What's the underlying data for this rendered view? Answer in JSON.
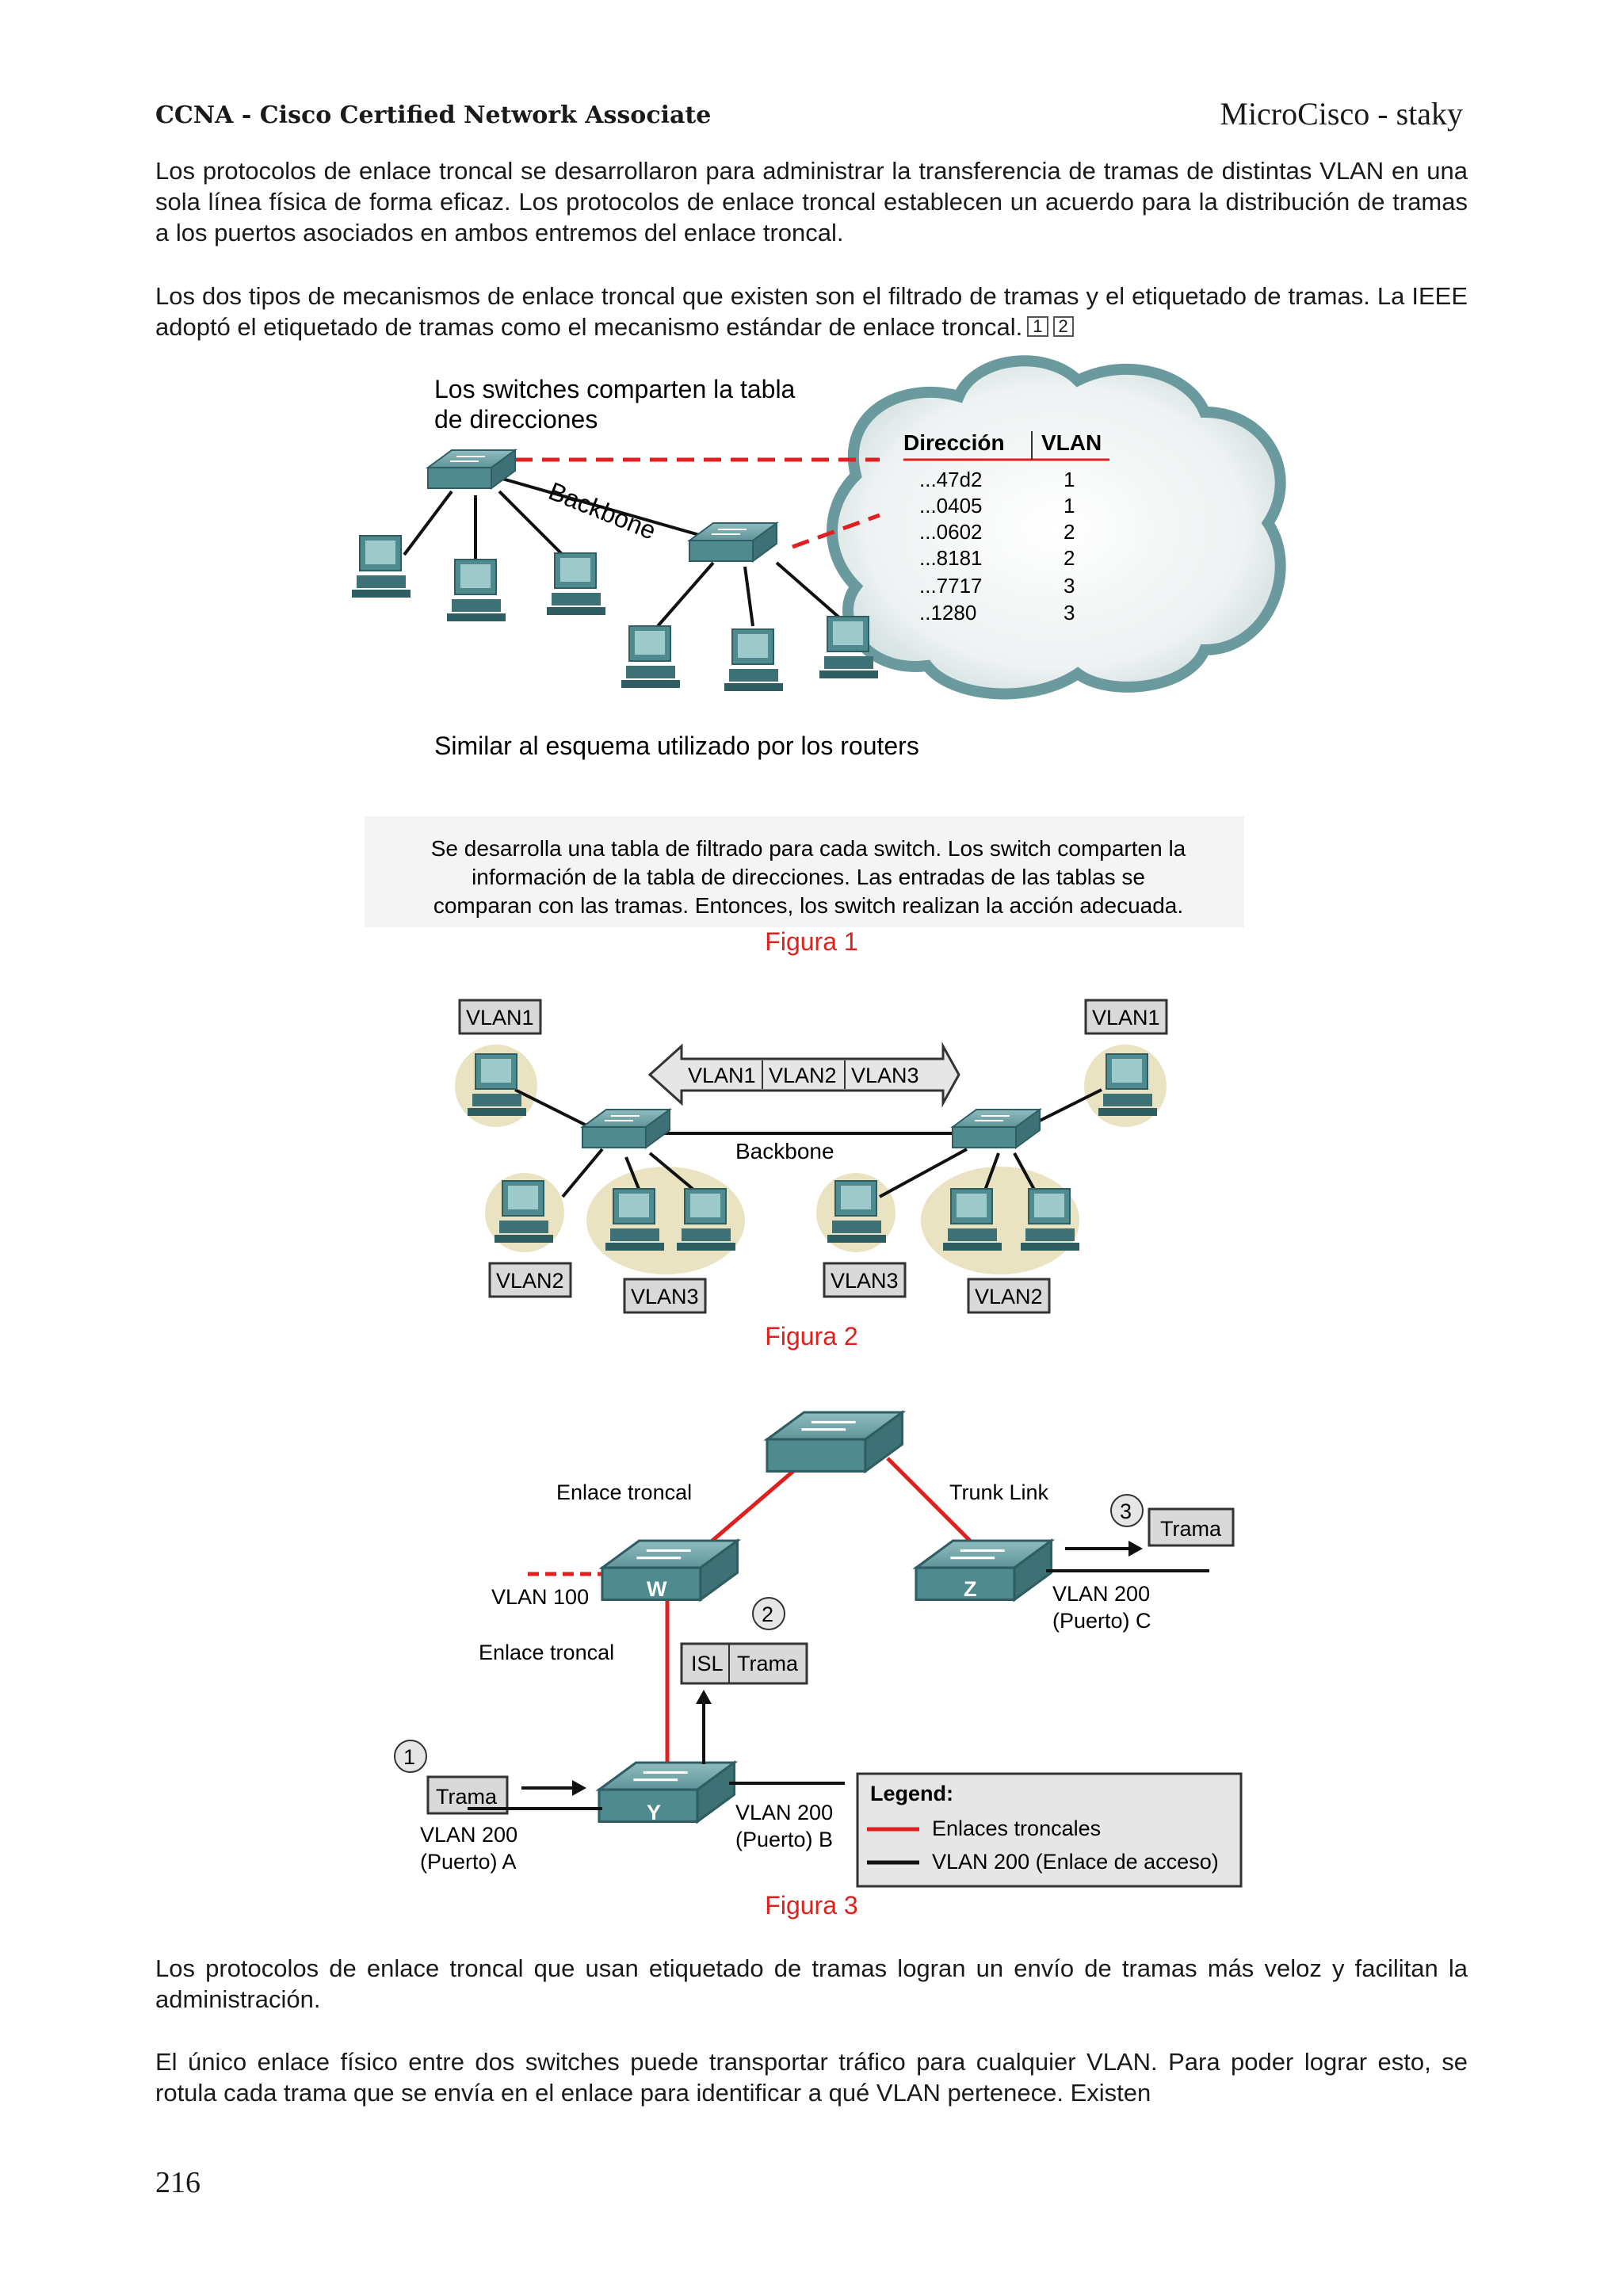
{
  "header": {
    "left": "CCNA - Cisco Certified Network Associate",
    "right": "MicroCisco - staky"
  },
  "paragraphs": [
    "Los protocolos de enlace troncal se desarrollaron para administrar la transferencia de tramas de distintas VLAN en una sola línea física de forma eficaz. Los protocolos de enlace troncal establecen un acuerdo para la distribución de tramas a los puertos asociados en ambos entremos del enlace troncal.",
    "Los dos tipos de mecanismos de enlace troncal que existen son el filtrado de tramas y el etiquetado de tramas. La IEEE adoptó el etiquetado de tramas como el mecanismo estándar de enlace troncal.",
    "Los protocolos de enlace troncal que usan etiquetado de tramas logran un envío de tramas más veloz y facilitan la administración.",
    "El único enlace físico entre dos switches puede transportar tráfico para cualquier VLAN. Para poder lograr esto, se rotula cada trama que se envía en el enlace para identificar a qué VLAN pertenece. Existen"
  ],
  "refs": [
    "1",
    "2"
  ],
  "figure1": {
    "title_line1": "Los switches comparten la tabla",
    "title_line2": "de direcciones",
    "backbone": "Backbone",
    "table_header": [
      "Dirección",
      "VLAN"
    ],
    "table_rows": [
      [
        "...47d2",
        "1"
      ],
      [
        "...0405",
        "1"
      ],
      [
        "...0602",
        "2"
      ],
      [
        "...8181",
        "2"
      ],
      [
        "...7717",
        "3"
      ],
      [
        "..1280",
        "3"
      ]
    ],
    "bottom_text": "Similar al esquema utilizado por los routers",
    "desc_line1": "Se desarrolla una tabla de filtrado para cada switch. Los switch comparten la",
    "desc_line2": "información de la tabla de direcciones. Las entradas de las tablas se",
    "desc_line3": "comparan con las tramas. Entonces, los switch realizan la acción adecuada.",
    "caption": "Figura 1"
  },
  "figure2": {
    "labels": [
      "VLAN1",
      "VLAN1",
      "VLAN2",
      "VLAN3",
      "VLAN3",
      "VLAN2"
    ],
    "arrow_segments": [
      "VLAN1",
      "VLAN2",
      "VLAN3"
    ],
    "backbone": "Backbone",
    "caption": "Figura 2"
  },
  "figure3": {
    "enlace_troncal": "Enlace troncal",
    "trunk_link": "Trunk Link",
    "vlan100": "VLAN 100",
    "enlace_troncal2": "Enlace troncal",
    "switch_w": "W",
    "switch_z": "Z",
    "switch_y": "Y",
    "step1": "1",
    "step2": "2",
    "step3": "3",
    "trama": "Trama",
    "isl": "ISL",
    "vlan200_c_1": "VLAN 200",
    "vlan200_c_2": "(Puerto) C",
    "vlan200_a_1": "VLAN 200",
    "vlan200_a_2": "(Puerto) A",
    "vlan200_b_1": "VLAN 200",
    "vlan200_b_2": "(Puerto) B",
    "legend_title": "Legend:",
    "legend_red": "Enlaces troncales",
    "legend_black": "VLAN 200 (Enlace de acceso)",
    "caption": "Figura 3"
  },
  "page_number": "216",
  "colors": {
    "caption": "#e0201c",
    "switch": "#4f8a8f",
    "trunk": "#e02020",
    "vlan_bubble": "#e9e3c2"
  }
}
